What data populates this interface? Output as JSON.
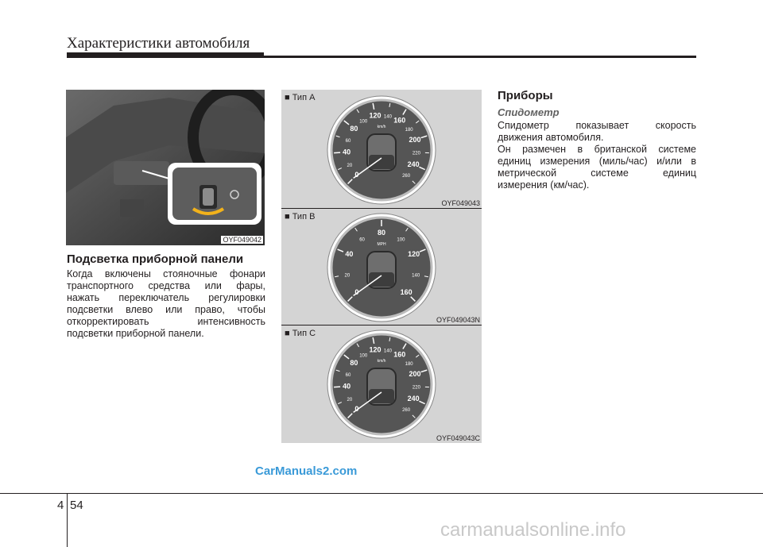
{
  "header": {
    "title": "Характеристики автомобиля"
  },
  "left": {
    "photo_code": "OYF049042",
    "section_title": "Подсветка приборной панели",
    "paragraph_lines": [
      "Когда включены стояночные фонари",
      "транспортного средства или фары,",
      "нажать переключатель регулировки",
      "подсветки влево или право, чтобы",
      "откорректировать интенсивность",
      "подсветки приборной панели."
    ]
  },
  "gauges": [
    {
      "label": "■ Тип A",
      "code": "OYF049043",
      "ticks": [
        "0",
        "20",
        "40",
        "60",
        "80",
        "100",
        "120",
        "140",
        "160",
        "180",
        "200",
        "220",
        "240",
        "260"
      ],
      "unit": "km/h"
    },
    {
      "label": "■ Тип B",
      "code": "OYF049043N",
      "ticks": [
        "0",
        "20",
        "40",
        "60",
        "80",
        "100",
        "120",
        "140",
        "160"
      ],
      "unit": "MPH"
    },
    {
      "label": "■ Тип C",
      "code": "OYF049043C",
      "ticks": [
        "0",
        "20",
        "40",
        "60",
        "80",
        "100",
        "120",
        "140",
        "160",
        "180",
        "200",
        "220",
        "240",
        "260"
      ],
      "unit": "km/h"
    }
  ],
  "right": {
    "section_title": "Приборы",
    "subtitle": "Спидометр",
    "paragraph_lines": [
      "Спидометр показывает скорость",
      "движения автомобиля.",
      "Он размечен в британской системе",
      "единиц измерения (миль/час) и/или в",
      "метрической системе единиц",
      "измерения (км/час)."
    ]
  },
  "footer": {
    "chapter": "4",
    "page": "54",
    "watermark": "CarManuals2.com",
    "watermark2": "carmanualsonline.info"
  }
}
